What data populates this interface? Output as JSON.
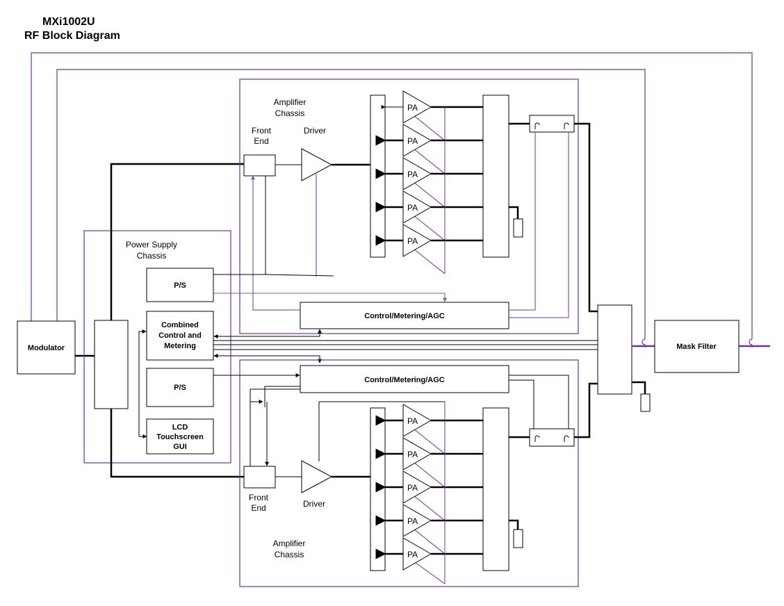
{
  "title": {
    "model": "MXi1002U",
    "subtitle": "RF Block Diagram"
  },
  "colors": {
    "signal": "#000000",
    "control": "#7030a0",
    "control_secondary": "#7060a8"
  },
  "blocks": {
    "modulator": "Modulator",
    "mask_filter": "Mask Filter",
    "power_supply_chassis": [
      "Power Supply",
      "Chassis"
    ],
    "ps_top": "P/S",
    "ps_bottom": "P/S",
    "combined_control": [
      "Combined",
      "Control and",
      "Metering"
    ],
    "lcd_gui": [
      "LCD",
      "Touchscreen",
      "GUI"
    ]
  },
  "amplifier_top": {
    "chassis_label": [
      "Amplifier",
      "Chassis"
    ],
    "front_end": [
      "Front",
      "End"
    ],
    "driver": "Driver",
    "control": "Control/Metering/AGC",
    "pa_labels": [
      "PA",
      "PA",
      "PA",
      "PA",
      "PA"
    ]
  },
  "amplifier_bottom": {
    "chassis_label": [
      "Amplifier",
      "Chassis"
    ],
    "front_end": [
      "Front",
      "End"
    ],
    "driver": "Driver",
    "control": "Control/Metering/AGC",
    "pa_labels": [
      "PA",
      "PA",
      "PA",
      "PA",
      "PA"
    ]
  }
}
